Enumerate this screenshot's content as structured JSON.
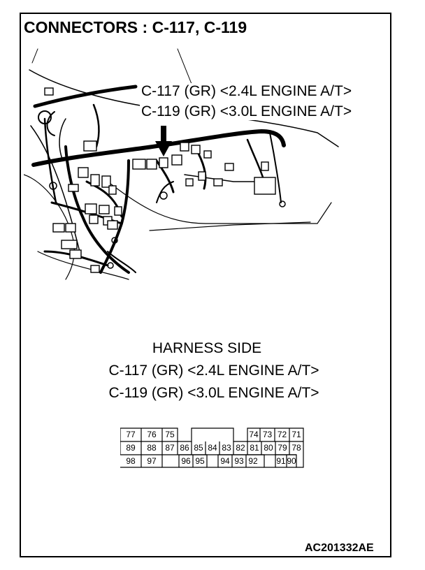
{
  "title": "CONNECTORS : C-117, C-119",
  "callout": {
    "line1": "C-117 (GR) <2.4L ENGINE A/T>",
    "line2": "C-119 (GR) <3.0L ENGINE A/T>"
  },
  "harness": {
    "heading": "HARNESS SIDE",
    "line1": "C-117 (GR) <2.4L ENGINE A/T>",
    "line2": "C-119 (GR) <3.0L ENGINE A/T>"
  },
  "pins": {
    "row1": [
      "77",
      "76",
      "75",
      "74",
      "73",
      "72",
      "71"
    ],
    "row2": [
      "89",
      "88",
      "87",
      "86",
      "85",
      "84",
      "83",
      "82",
      "81",
      "80",
      "79",
      "78"
    ],
    "row3": [
      "98",
      "97",
      "96",
      "95",
      "94",
      "93",
      "92",
      "91",
      "90"
    ]
  },
  "reference_code": "AC201332AE"
}
